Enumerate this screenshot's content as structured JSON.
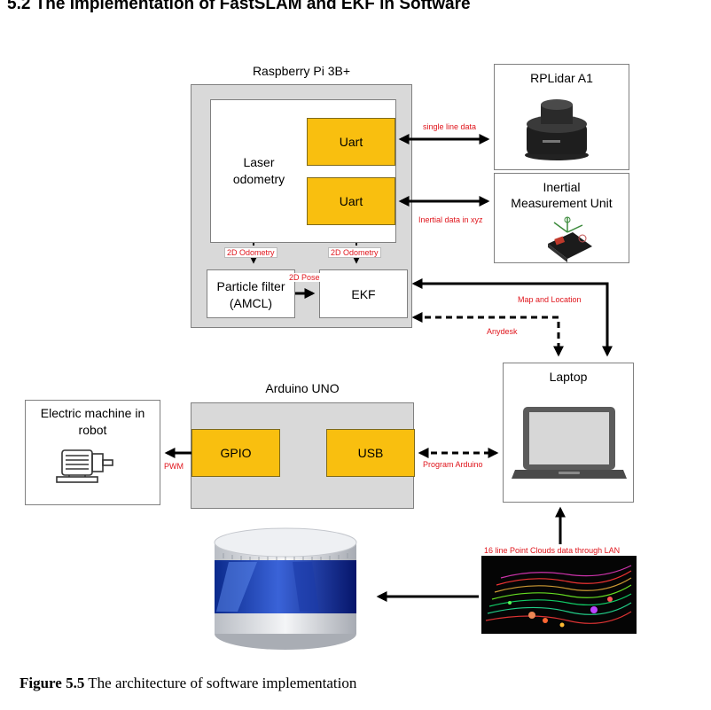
{
  "heading": "5.2 The Implementation of FastSLAM and EKF in Software",
  "raspberry": {
    "title": "Raspberry Pi 3B+",
    "laser_odometry": "Laser odometry",
    "uart_top": "Uart",
    "uart_bottom": "Uart",
    "particle_filter_line1": "Particle filter",
    "particle_filter_line2": "(AMCL)",
    "ekf": "EKF"
  },
  "rplidar": {
    "title": "RPLidar A1"
  },
  "imu": {
    "title_line1": "Inertial",
    "title_line2": "Measurement Unit"
  },
  "arduino": {
    "title": "Arduino UNO",
    "gpio": "GPIO",
    "usb": "USB"
  },
  "motor": {
    "title_line1": "Electric machine in",
    "title_line2": "robot"
  },
  "laptop": {
    "title": "Laptop"
  },
  "edge_labels": {
    "single_line": "single line data",
    "inertial_data": "Inertial data in xyz",
    "odom_left": "2D Odometry",
    "odom_right": "2D Odometry",
    "pose": "2D Pose",
    "map_location": "Map and Location",
    "anydesk": "Anydesk",
    "pwm": "PWM",
    "program_arduino": "Program Arduino",
    "point_clouds": "16 line Point Clouds data through LAN"
  },
  "caption": {
    "label": "Figure 5.5",
    "text": " The architecture of software implementation"
  },
  "icons": [
    "rplidar-image",
    "imu-image",
    "motor-icon",
    "laptop-icon",
    "velodyne-lidar-image",
    "point-cloud-image"
  ]
}
